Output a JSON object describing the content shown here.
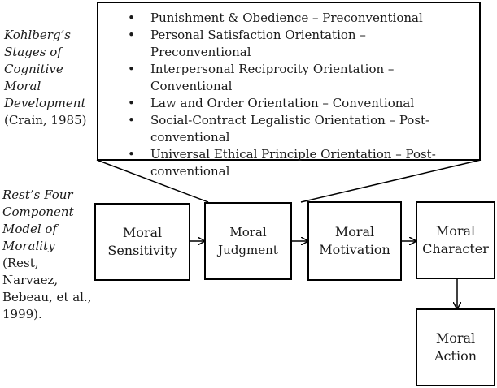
{
  "kohlberg": {
    "label_italic": "Kohlberg’s Stages of Cognitive Moral Development",
    "label_citation": "(Crain, 1985)",
    "stages": [
      "Punishment & Obedience – Preconventional",
      "Personal Satisfaction Orientation – Preconventional",
      "Interpersonal Reciprocity Orientation – Conventional",
      "Law and Order Orientation – Conventional",
      "Social-Contract Legalistic Orientation – Post-conventional",
      "Universal Ethical Principle Orientation – Post-conventional"
    ],
    "bullet": "•"
  },
  "rest": {
    "label_italic": "Rest’s Four Component Model of Morality",
    "label_citation": "(Rest, Narvaez, Bebeau, et al., 1999)."
  },
  "components": {
    "sensitivity": "Moral Sensitivity",
    "judgment": "Moral Judgment",
    "motivation": "Moral Motivation",
    "character": "Moral Character",
    "action": "Moral Action"
  }
}
